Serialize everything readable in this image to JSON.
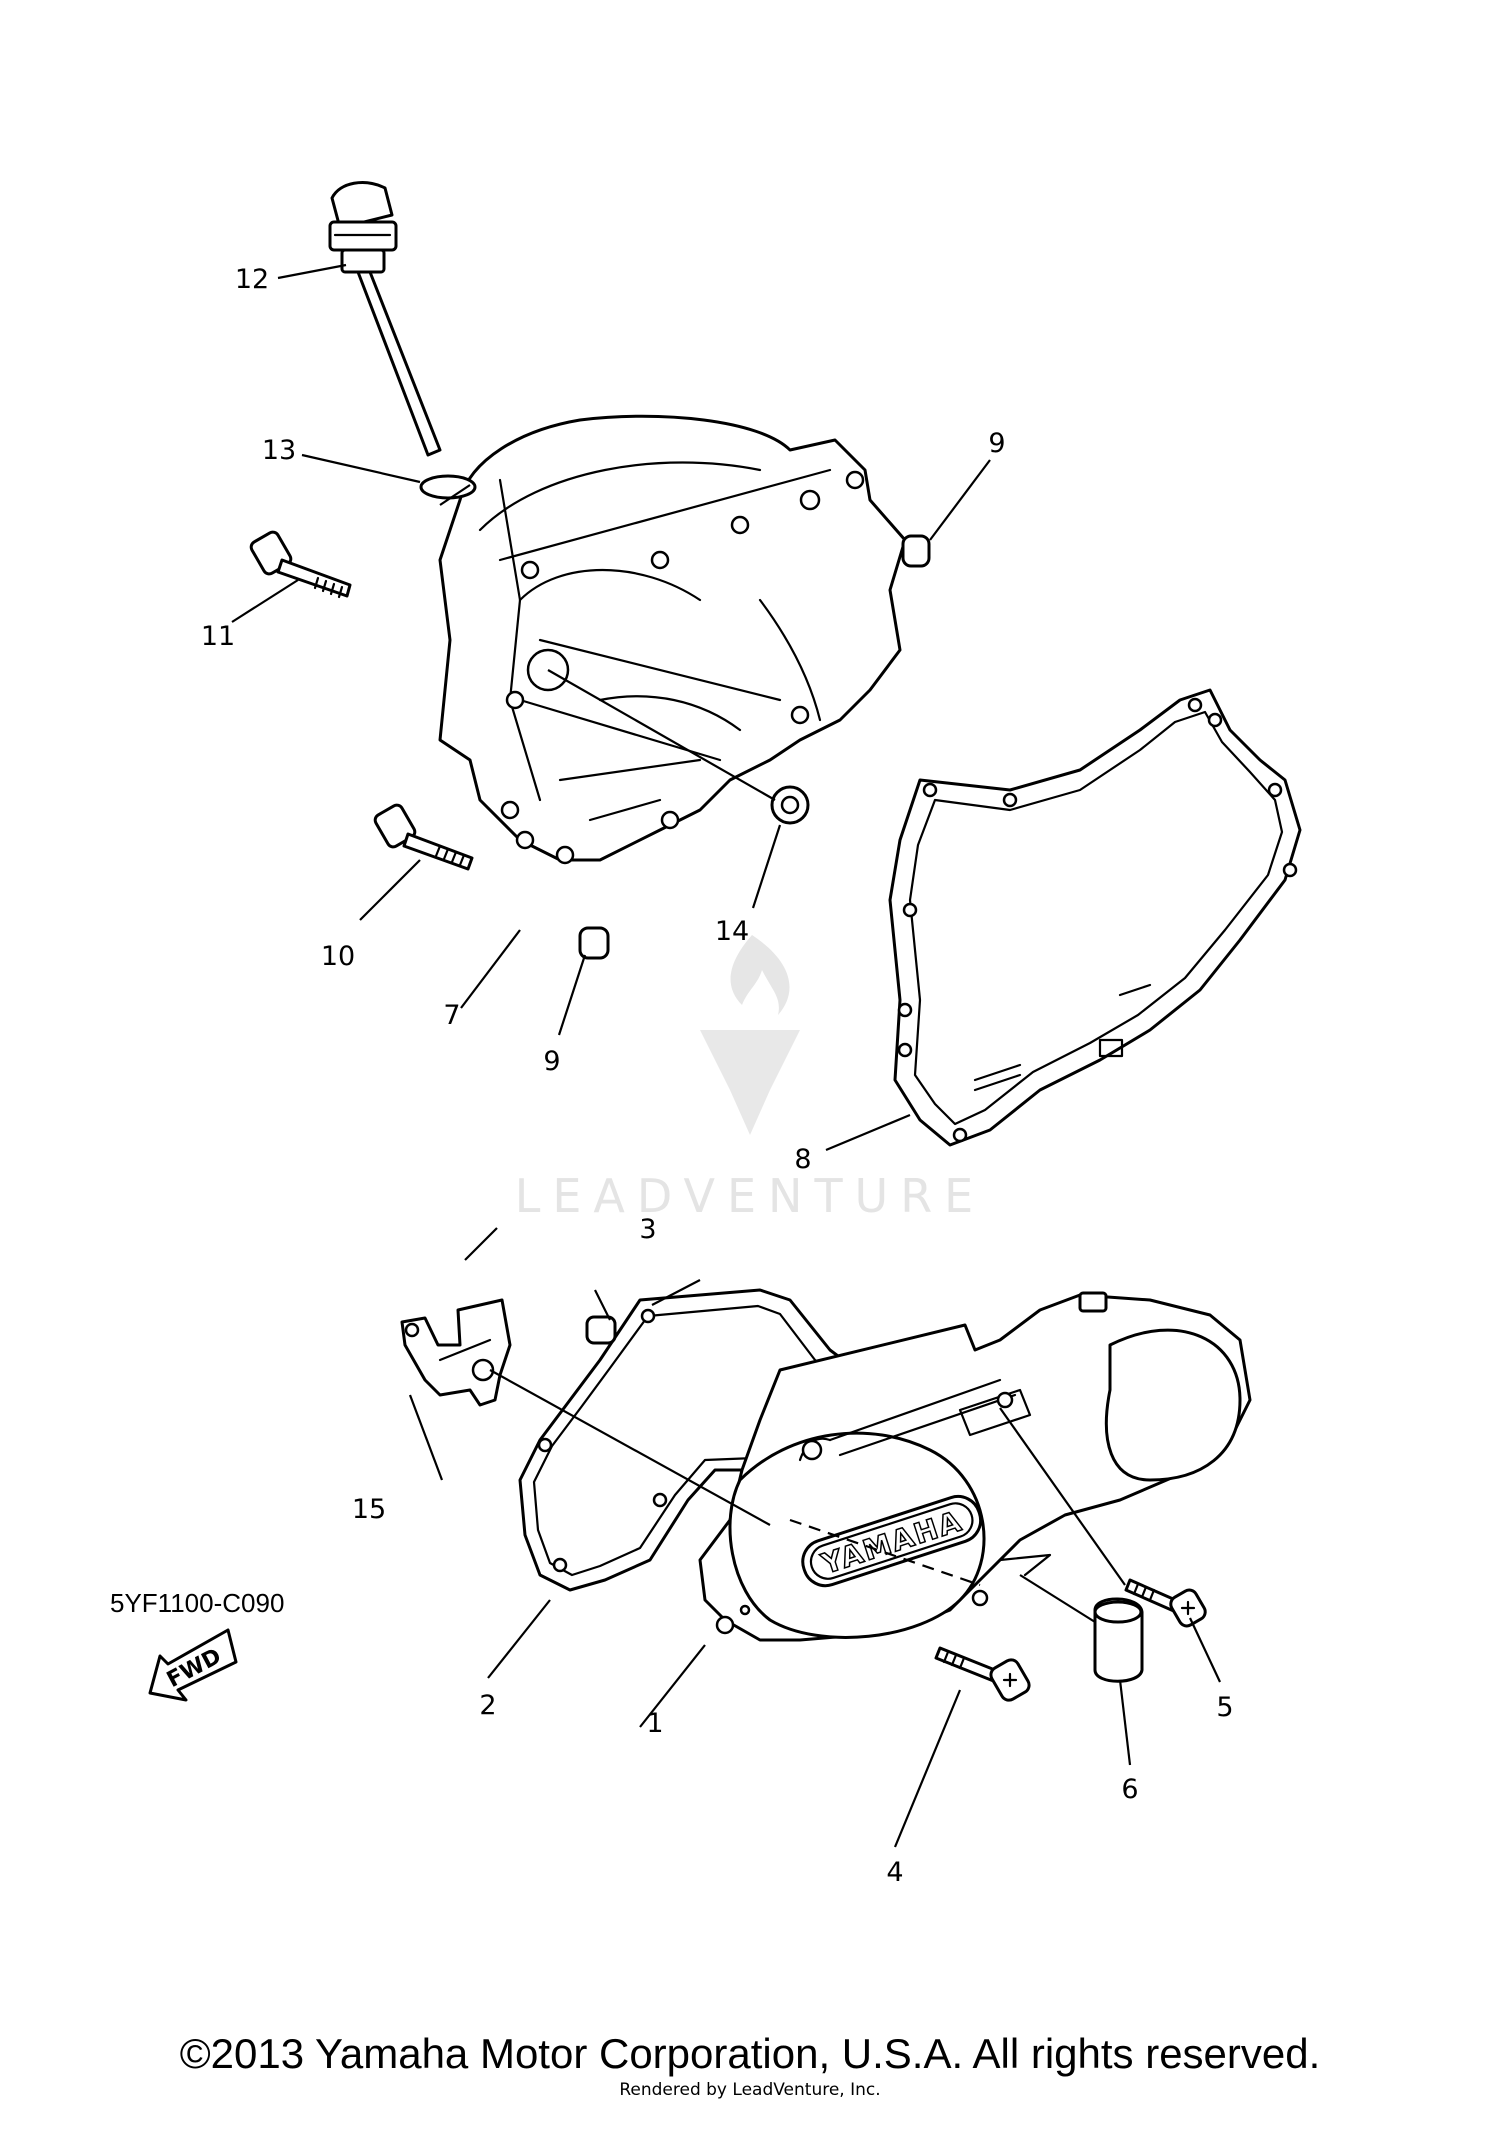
{
  "watermark": {
    "brand": "LEADVENTURE"
  },
  "callouts": [
    "1",
    "2",
    "3",
    "4",
    "5",
    "6",
    "7",
    "8",
    "9",
    "9",
    "10",
    "11",
    "12",
    "13",
    "14",
    "15"
  ],
  "emblem": {
    "text": "YAMAHA"
  },
  "fwd_arrow": {
    "text": "FWD"
  },
  "diagram_code": "5YF1100-C090",
  "copyright": "©2013 Yamaha Motor Corporation, U.S.A. All rights reserved.",
  "rendered_by": "Rendered by LeadVenture, Inc.",
  "colors": {
    "line": "#000000",
    "background": "#ffffff",
    "watermark": "#e4e4e4"
  }
}
